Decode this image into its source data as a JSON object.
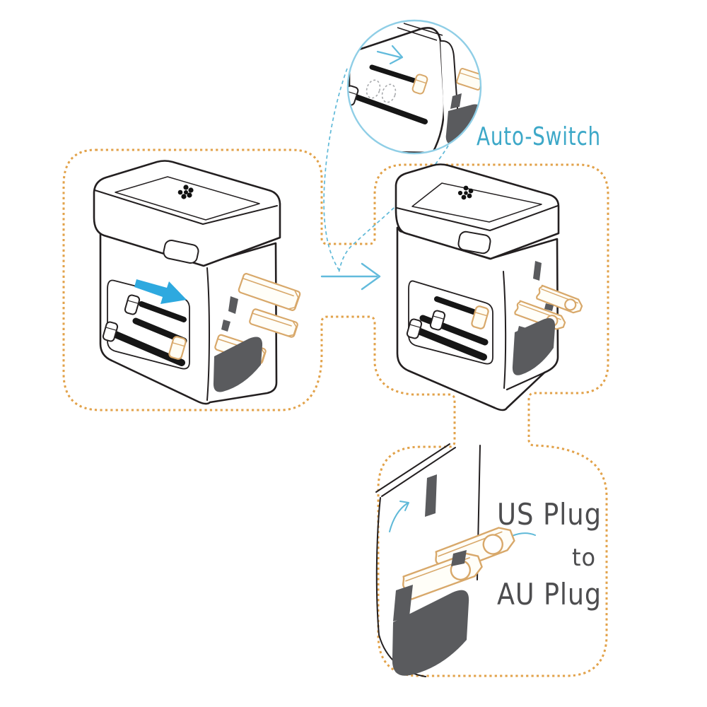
{
  "diagram": {
    "auto_switch": {
      "label": "Auto-Switch"
    },
    "plug_conversion": {
      "line1": "US Plug",
      "line2": "to",
      "line3": "AU Plug"
    }
  },
  "colors": {
    "background": "#FFFFFF",
    "panel_dash_orange": "#E2A24A",
    "pin_tan": "#D8A86A",
    "outline_black": "#231F20",
    "dark_gray_fill": "#5A5B5E",
    "slide_arrow_blue": "#2EA9DF",
    "callout_blue": "#5FB9D8",
    "inset_circle_blue": "#8FCEE6",
    "auto_switch_teal": "#3DA8C8",
    "plug_text_gray": "#4D4D4F",
    "ghost_knob_gray": "#A7A9AC"
  },
  "icons": {
    "slide_direction_arrow": "solid right arrow",
    "step_arrow": "thin right arrow",
    "inset_slide_arrow": "thin right arrow",
    "rotate_arrow_left": "curved arrow up-right",
    "rotate_arrow_right": "curved arrow down-left"
  }
}
